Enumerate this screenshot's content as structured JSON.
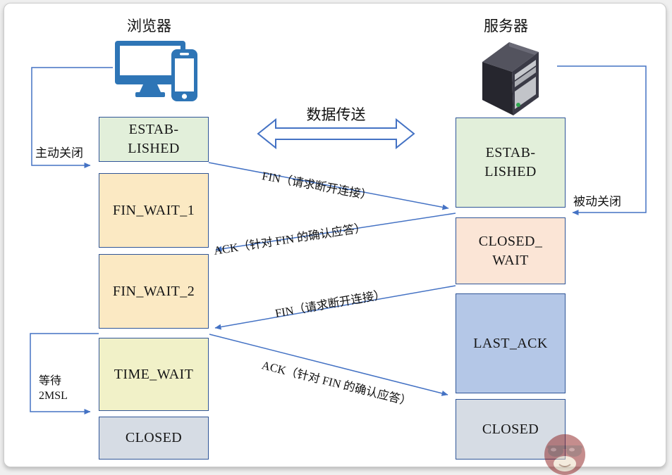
{
  "browser": {
    "title": "浏览器",
    "states": [
      {
        "name": "ESTABLISHED",
        "lines": [
          "ESTAB-",
          "LISHED"
        ],
        "fill": "#E2EFDA"
      },
      {
        "name": "FIN_WAIT_1",
        "lines": [
          "FIN_WAIT_1"
        ],
        "fill": "#FBE9C3"
      },
      {
        "name": "FIN_WAIT_2",
        "lines": [
          "FIN_WAIT_2"
        ],
        "fill": "#FBE9C3"
      },
      {
        "name": "TIME_WAIT",
        "lines": [
          "TIME_WAIT"
        ],
        "fill": "#F1F1C8"
      },
      {
        "name": "CLOSED",
        "lines": [
          "CLOSED"
        ],
        "fill": "#D6DCE4"
      }
    ]
  },
  "server": {
    "title": "服务器",
    "states": [
      {
        "name": "ESTABLISHED",
        "lines": [
          "ESTAB-",
          "LISHED"
        ],
        "fill": "#E2EFDA"
      },
      {
        "name": "CLOSED_WAIT",
        "lines": [
          "CLOSED_",
          "WAIT"
        ],
        "fill": "#FBE5D6"
      },
      {
        "name": "LAST_ACK",
        "lines": [
          "LAST_ACK"
        ],
        "fill": "#B4C7E7"
      },
      {
        "name": "CLOSED",
        "lines": [
          "CLOSED"
        ],
        "fill": "#D6DCE4"
      }
    ]
  },
  "annotations": {
    "data_transfer": "数据传送",
    "active_close": "主动关闭",
    "passive_close": "被动关闭",
    "wait_2msl_line1": "等待",
    "wait_2msl_line2": "2MSL"
  },
  "messages": [
    {
      "label": "FIN（请求断开连接）",
      "direction": "browser-to-server"
    },
    {
      "label": "ACK（针对 FIN 的确认应答）",
      "direction": "server-to-browser"
    },
    {
      "label": "FIN（请求断开连接）",
      "direction": "server-to-browser"
    },
    {
      "label": "ACK（针对 FIN 的确认应答）",
      "direction": "browser-to-server"
    }
  ],
  "colors": {
    "arrow_line": "#4472C4",
    "box_border": "#2F5597",
    "established_fill": "#E2EFDA",
    "fin_wait_fill": "#FBE9C3",
    "time_wait_fill": "#F1F1C8",
    "closed_fill": "#D6DCE4",
    "closed_wait_fill": "#FBE5D6",
    "last_ack_fill": "#B4C7E7",
    "browser_icon_blue": "#2E75B6",
    "watermark_red": "#8C1E1E"
  }
}
